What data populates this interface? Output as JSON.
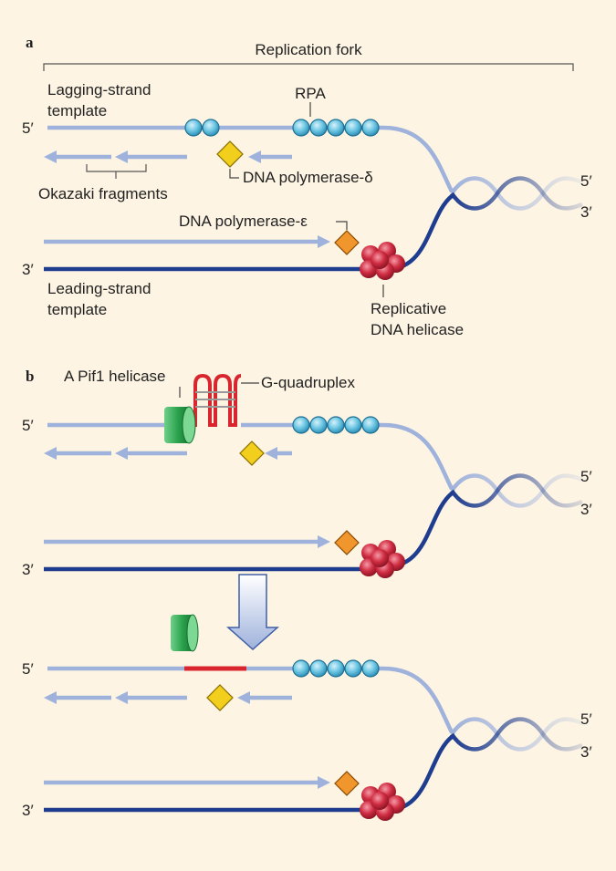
{
  "panel_a": {
    "letter": "a",
    "fork_label": "Replication fork",
    "lagging_label_line1": "Lagging-strand",
    "lagging_label_line2": "template",
    "rpa_label": "RPA",
    "pol_delta_label": "DNA polymerase-δ",
    "okazaki_label": "Okazaki fragments",
    "pol_epsilon_label": "DNA polymerase-ε",
    "leading_label_line1": "Leading-strand",
    "leading_label_line2": "template",
    "helicase_label_line1": "Replicative",
    "helicase_label_line2": "DNA helicase"
  },
  "panel_b": {
    "letter": "b",
    "pif1_label": "A Pif1 helicase",
    "gquad_label": "G-quadruplex"
  },
  "strand_ends": {
    "five_prime": "5′",
    "three_prime": "3′"
  },
  "colors": {
    "background": "#fdf4e3",
    "light_strand": "#9fb2dc",
    "dark_strand": "#1f3d8f",
    "rpa": "#6cc6e3",
    "pol_delta": "#f2cf1d",
    "pol_epsilon": "#f0962d",
    "helicase": "#c8283c",
    "pif1": "#2aa14c",
    "g_quadruplex": "#d9262e"
  }
}
